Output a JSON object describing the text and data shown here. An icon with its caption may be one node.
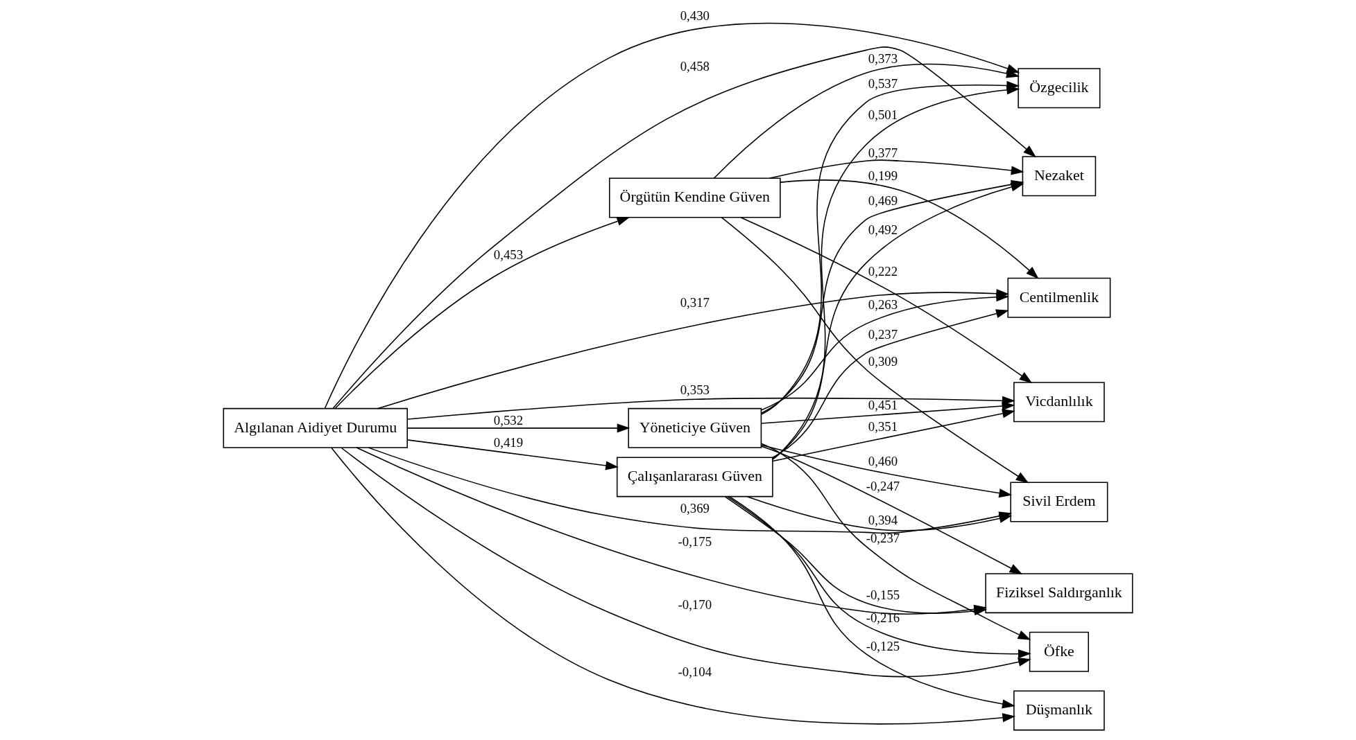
{
  "diagram": {
    "nodes": [
      {
        "text": [
          "Algılanan Aidiyet Durumu"
        ]
      },
      {
        "text": [
          "Özgecilik"
        ]
      },
      {
        "text": [
          "Nezaket"
        ]
      },
      {
        "text": [
          "Centilmenlik"
        ]
      },
      {
        "text": [
          "Vicdanlılık"
        ]
      },
      {
        "text": [
          "Sivil Erdem"
        ]
      },
      {
        "text": [
          "Yöneticiye Güven"
        ]
      },
      {
        "text": [
          "Örgütün Kendine Güven"
        ]
      },
      {
        "text": [
          "Çalışanlararası Güven"
        ]
      },
      {
        "text": [
          "Fiziksel Saldırganlık"
        ]
      },
      {
        "text": [
          "Öfke"
        ]
      },
      {
        "text": [
          "Düşmanlık"
        ]
      }
    ],
    "edges": [
      {
        "from": 0,
        "to": 1,
        "arrow": "to",
        "label": "0,430"
      },
      {
        "from": 0,
        "to": 2,
        "arrow": "to",
        "label": "0,458"
      },
      {
        "from": 0,
        "to": 3,
        "arrow": "to",
        "label": "0,317"
      },
      {
        "from": 0,
        "to": 4,
        "arrow": "to",
        "label": "0,353"
      },
      {
        "from": 0,
        "to": 5,
        "arrow": "to",
        "label": "0,369"
      },
      {
        "from": 0,
        "to": 6,
        "arrow": "to",
        "label": "0,532"
      },
      {
        "from": 0,
        "to": 7,
        "arrow": "to",
        "label": "0,453"
      },
      {
        "from": 0,
        "to": 8,
        "arrow": "to",
        "label": "0,419"
      },
      {
        "from": 0,
        "to": 9,
        "arrow": "to",
        "label": "-0,175"
      },
      {
        "from": 0,
        "to": 10,
        "arrow": "to",
        "label": "-0,170"
      },
      {
        "from": 0,
        "to": 11,
        "arrow": "to",
        "label": "-0,104"
      },
      {
        "from": 6,
        "to": 1,
        "arrow": "to",
        "label": "0,537"
      },
      {
        "from": 6,
        "to": 2,
        "arrow": "to",
        "label": "0,469"
      },
      {
        "from": 6,
        "to": 3,
        "arrow": "to",
        "label": "0,263"
      },
      {
        "from": 6,
        "to": 4,
        "arrow": "to",
        "label": "0,451"
      },
      {
        "from": 6,
        "to": 5,
        "arrow": "to",
        "label": "0,460"
      },
      {
        "from": 6,
        "to": 9,
        "arrow": "to",
        "label": "-0,247"
      },
      {
        "from": 6,
        "to": 10,
        "arrow": "to",
        "label": "-0,237"
      },
      {
        "from": 7,
        "to": 1,
        "arrow": "to",
        "label": "0,373"
      },
      {
        "from": 7,
        "to": 2,
        "arrow": "to",
        "label": "0,377"
      },
      {
        "from": 7,
        "to": 3,
        "arrow": "to",
        "label": "0,199"
      },
      {
        "from": 7,
        "to": 4,
        "arrow": "to",
        "label": "0,222"
      },
      {
        "from": 7,
        "to": 5,
        "arrow": "to",
        "label": "0,309"
      },
      {
        "from": 8,
        "to": 1,
        "arrow": "to",
        "label": "0,501"
      },
      {
        "from": 8,
        "to": 2,
        "arrow": "to",
        "label": "0,492"
      },
      {
        "from": 8,
        "to": 3,
        "arrow": "to",
        "label": "0,237"
      },
      {
        "from": 8,
        "to": 4,
        "arrow": "to",
        "label": "0,351"
      },
      {
        "from": 8,
        "to": 5,
        "arrow": "to",
        "label": "0,394"
      },
      {
        "from": 8,
        "to": 9,
        "arrow": "to",
        "label": "-0,155"
      },
      {
        "from": 8,
        "to": 10,
        "arrow": "to",
        "label": "-0,216"
      },
      {
        "from": 8,
        "to": 11,
        "arrow": "to",
        "label": "-0,125"
      }
    ]
  }
}
